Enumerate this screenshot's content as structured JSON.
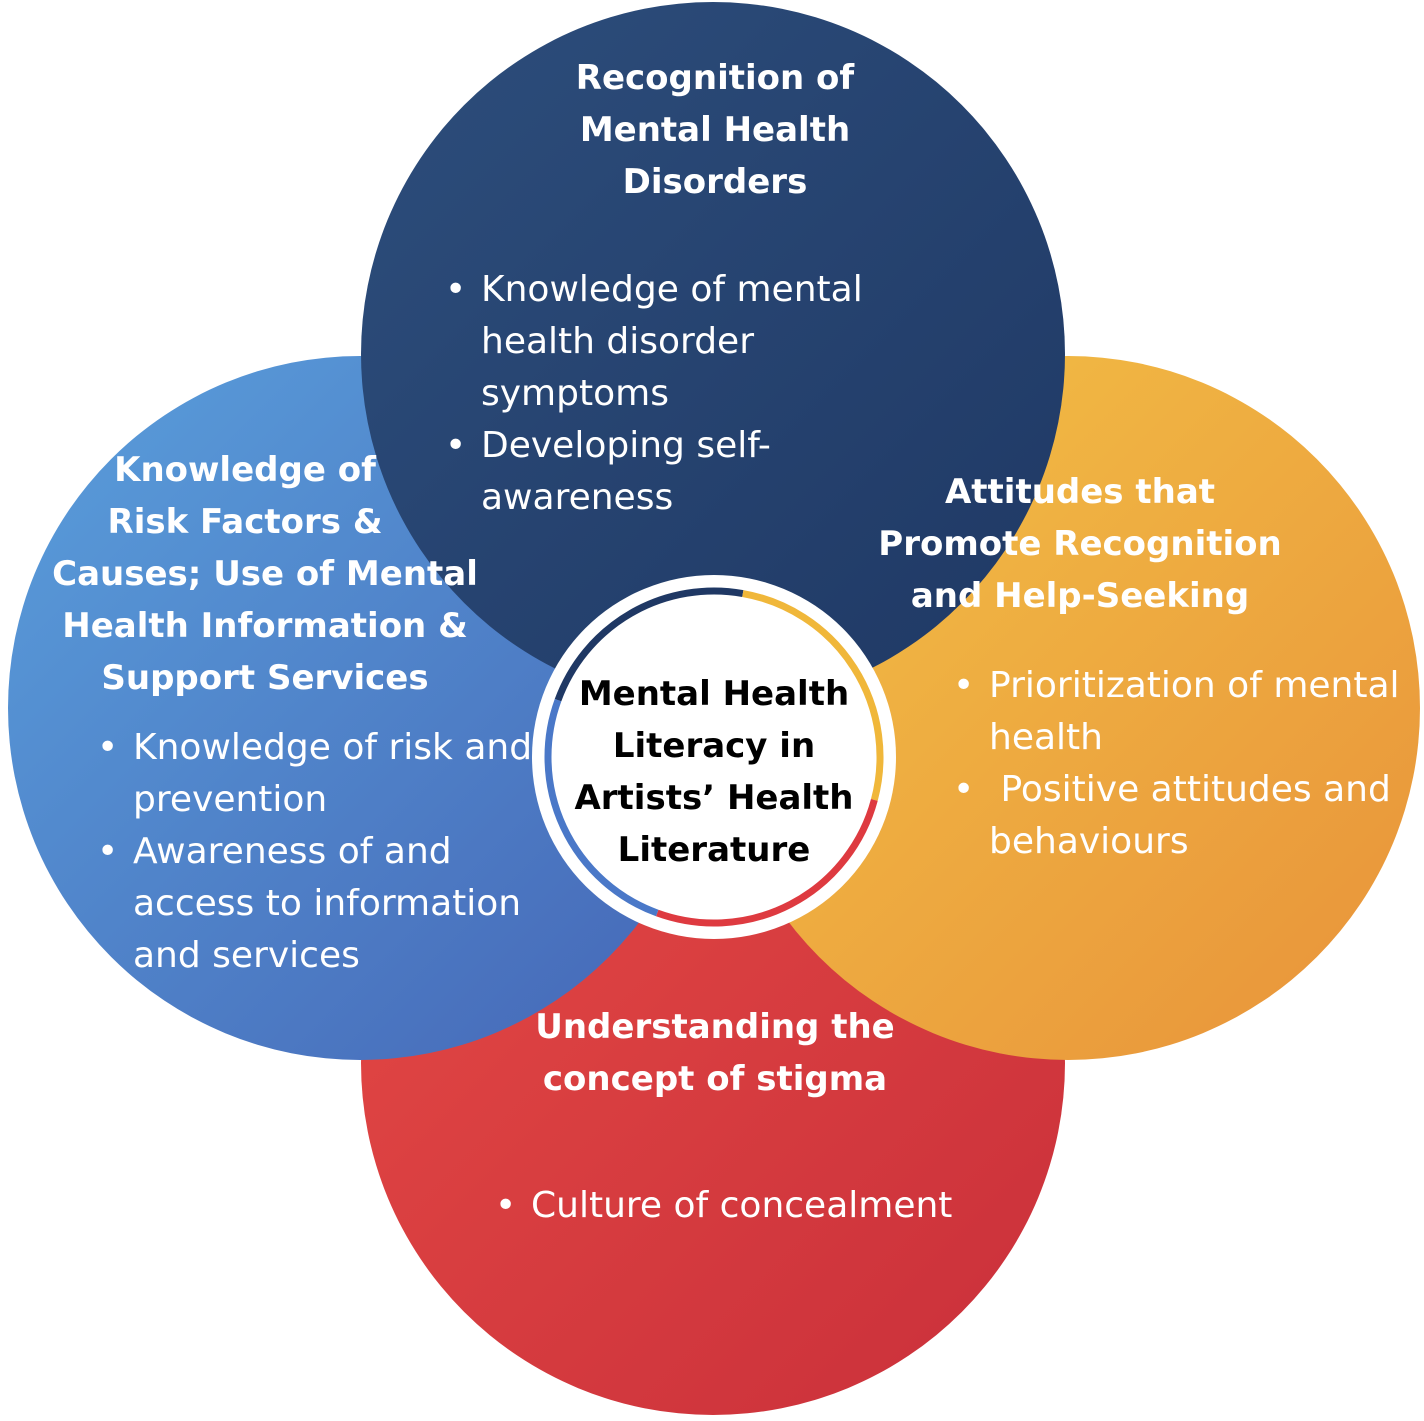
{
  "center": {
    "lines": [
      "Mental Health",
      "Literacy in",
      "Artists’ Health",
      "Literature"
    ]
  },
  "circles": {
    "top": {
      "title_lines": [
        "Recognition of",
        "Mental Health",
        "Disorders"
      ],
      "bullets": [
        [
          "Knowledge of mental",
          "health disorder",
          "symptoms"
        ],
        [
          "Developing self-",
          "awareness"
        ]
      ]
    },
    "left": {
      "title_lines": [
        "Knowledge of",
        "Risk Factors &",
        "Causes; Use of Mental",
        "Health Information &",
        "Support Services"
      ],
      "bullets": [
        [
          "Knowledge of risk and",
          "prevention"
        ],
        [
          "Awareness of and",
          "access to information",
          "and services"
        ]
      ]
    },
    "right": {
      "title_lines": [
        "Attitudes that",
        "Promote Recognition",
        "and Help-Seeking"
      ],
      "bullets": [
        [
          "Prioritization of mental",
          "health"
        ],
        [
          " Positive attitudes and",
          "behaviours"
        ]
      ]
    },
    "bottom": {
      "title_lines": [
        "Understanding the",
        "concept of stigma"
      ],
      "bullets": [
        [
          "Culture of concealment"
        ]
      ]
    }
  },
  "colors": {
    "top_light": "#2d4e7c",
    "top_dark": "#1f3864",
    "left_light": "#5a9fdc",
    "left_dark": "#4566b6",
    "right_light": "#f3c246",
    "right_dark": "#e8923a",
    "bottom_light": "#e54a45",
    "bottom_dark": "#c92f3a",
    "ring_navy": "#1f3864",
    "ring_yellow": "#f0b73a",
    "ring_red": "#de3a40",
    "ring_blue": "#4a78c8"
  }
}
